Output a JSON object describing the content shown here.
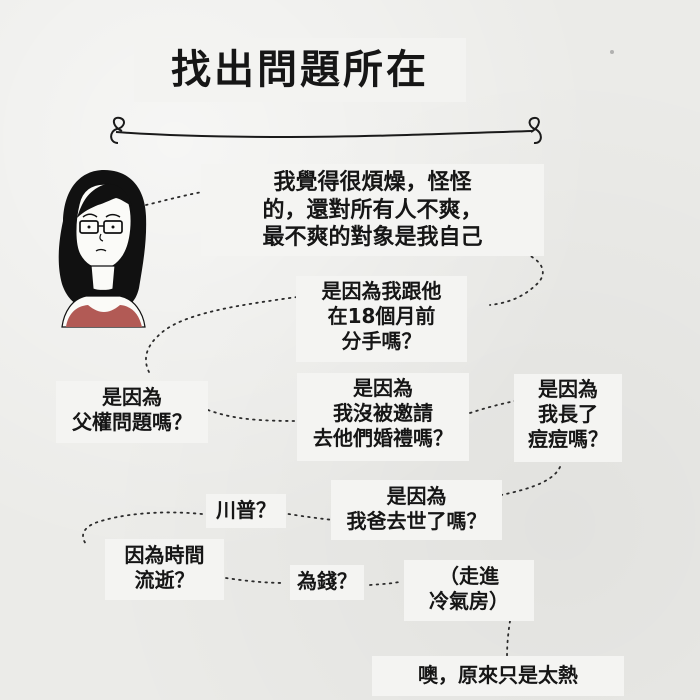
{
  "title": "找出問題所在",
  "thoughts": {
    "t1": [
      "我覺得很煩燥，怪怪",
      "的，還對所有人不爽，",
      "最不爽的對象是我自己"
    ],
    "t2": [
      "是因為我跟他",
      "在18個月前",
      "分手嗎？"
    ],
    "t3": [
      "是因為",
      "父權問題嗎？"
    ],
    "t4": [
      "是因為",
      "我沒被邀請",
      "去他們婚禮嗎？"
    ],
    "t5": [
      "是因為",
      "我長了",
      "痘痘嗎？"
    ],
    "t6": [
      "川普？"
    ],
    "t7": [
      "是因為",
      "我爸去世了嗎？"
    ],
    "t8": [
      "因為時間",
      "流逝？"
    ],
    "t9": [
      "為錢？"
    ],
    "t10": [
      "（走進",
      "冷氣房）"
    ],
    "t11": [
      "噢，原來只是太熱"
    ]
  },
  "icons": {
    "divider": "ornamental-divider-icon",
    "character": "character-portrait-icon"
  }
}
